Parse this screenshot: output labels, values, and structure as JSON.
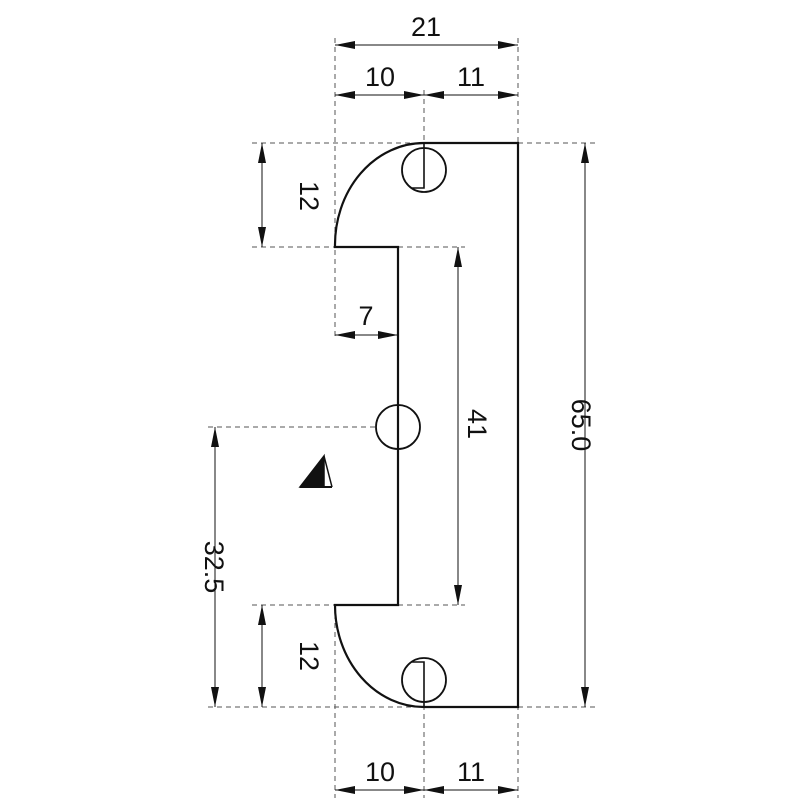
{
  "drawing": {
    "dimensions": {
      "top_overall": "21",
      "top_left": "10",
      "top_right": "11",
      "left_top_height": "12",
      "slot_depth": "7",
      "slot_length": "41",
      "overall_height": "65.0",
      "datum_height": "32.5",
      "left_bottom_height": "12",
      "bottom_left": "10",
      "bottom_right": "11"
    },
    "symbols": {
      "datum": "triangle-datum-icon",
      "hole": "circle-hole-icon"
    }
  }
}
